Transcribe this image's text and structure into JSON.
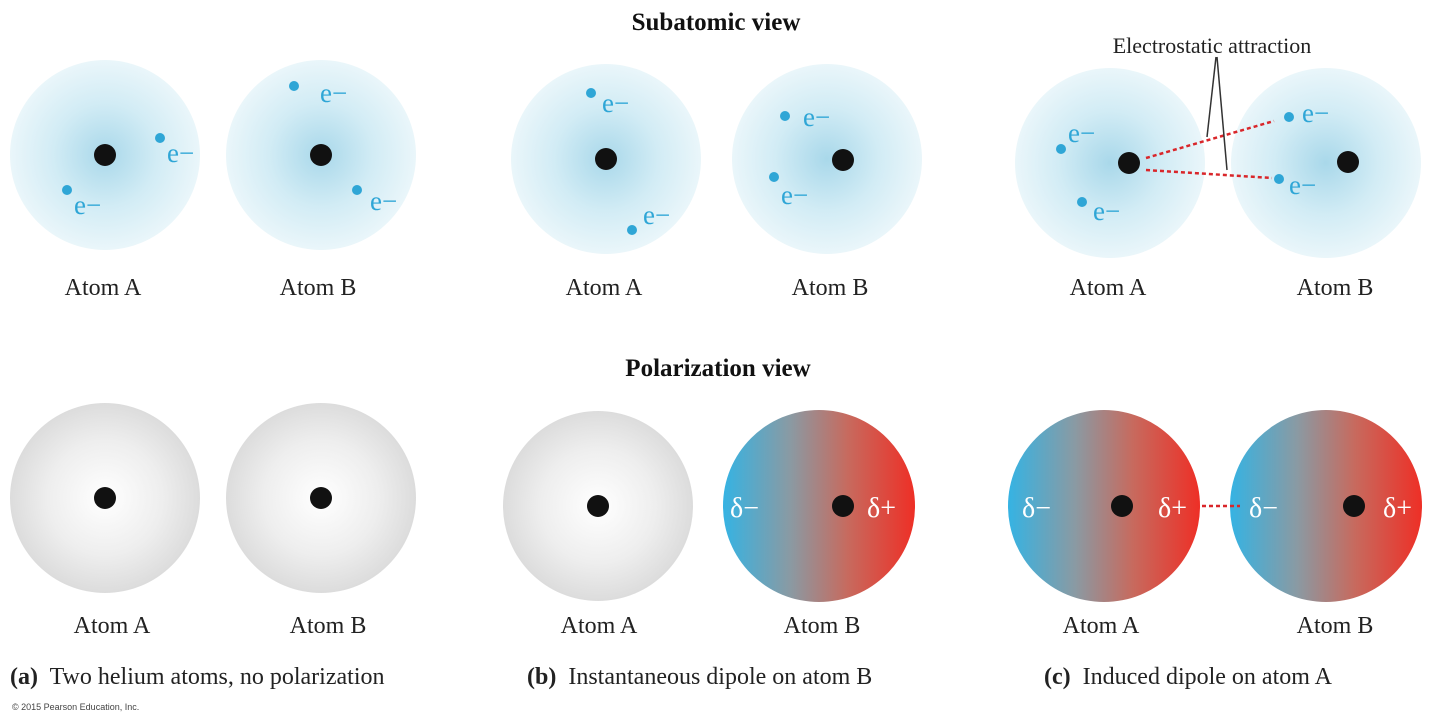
{
  "headings": {
    "subatomic": "Subatomic view",
    "polarization": "Polarization view"
  },
  "atom_labels": {
    "a": "Atom A",
    "b": "Atom B"
  },
  "electron_label": "e−",
  "delta_minus": "δ−",
  "delta_plus": "δ+",
  "annotation": "Electrostatic attraction",
  "captions": {
    "a_letter": "(a)",
    "a_text": "Two helium atoms, no polarization",
    "b_letter": "(b)",
    "b_text": "Instantaneous dipole on atom B",
    "c_letter": "(c)",
    "c_text": "Induced dipole on atom A"
  },
  "copyright": "© 2015 Pearson Education, Inc.",
  "colors": {
    "electron": "#2fa6d6",
    "nucleus": "#111111",
    "cloud_center": "#bfe3ef",
    "cloud_edge": "#e9f5f9",
    "dipole_negative": "#3cb4e0",
    "dipole_positive": "#e8322a",
    "attraction_line": "#d9262a"
  }
}
